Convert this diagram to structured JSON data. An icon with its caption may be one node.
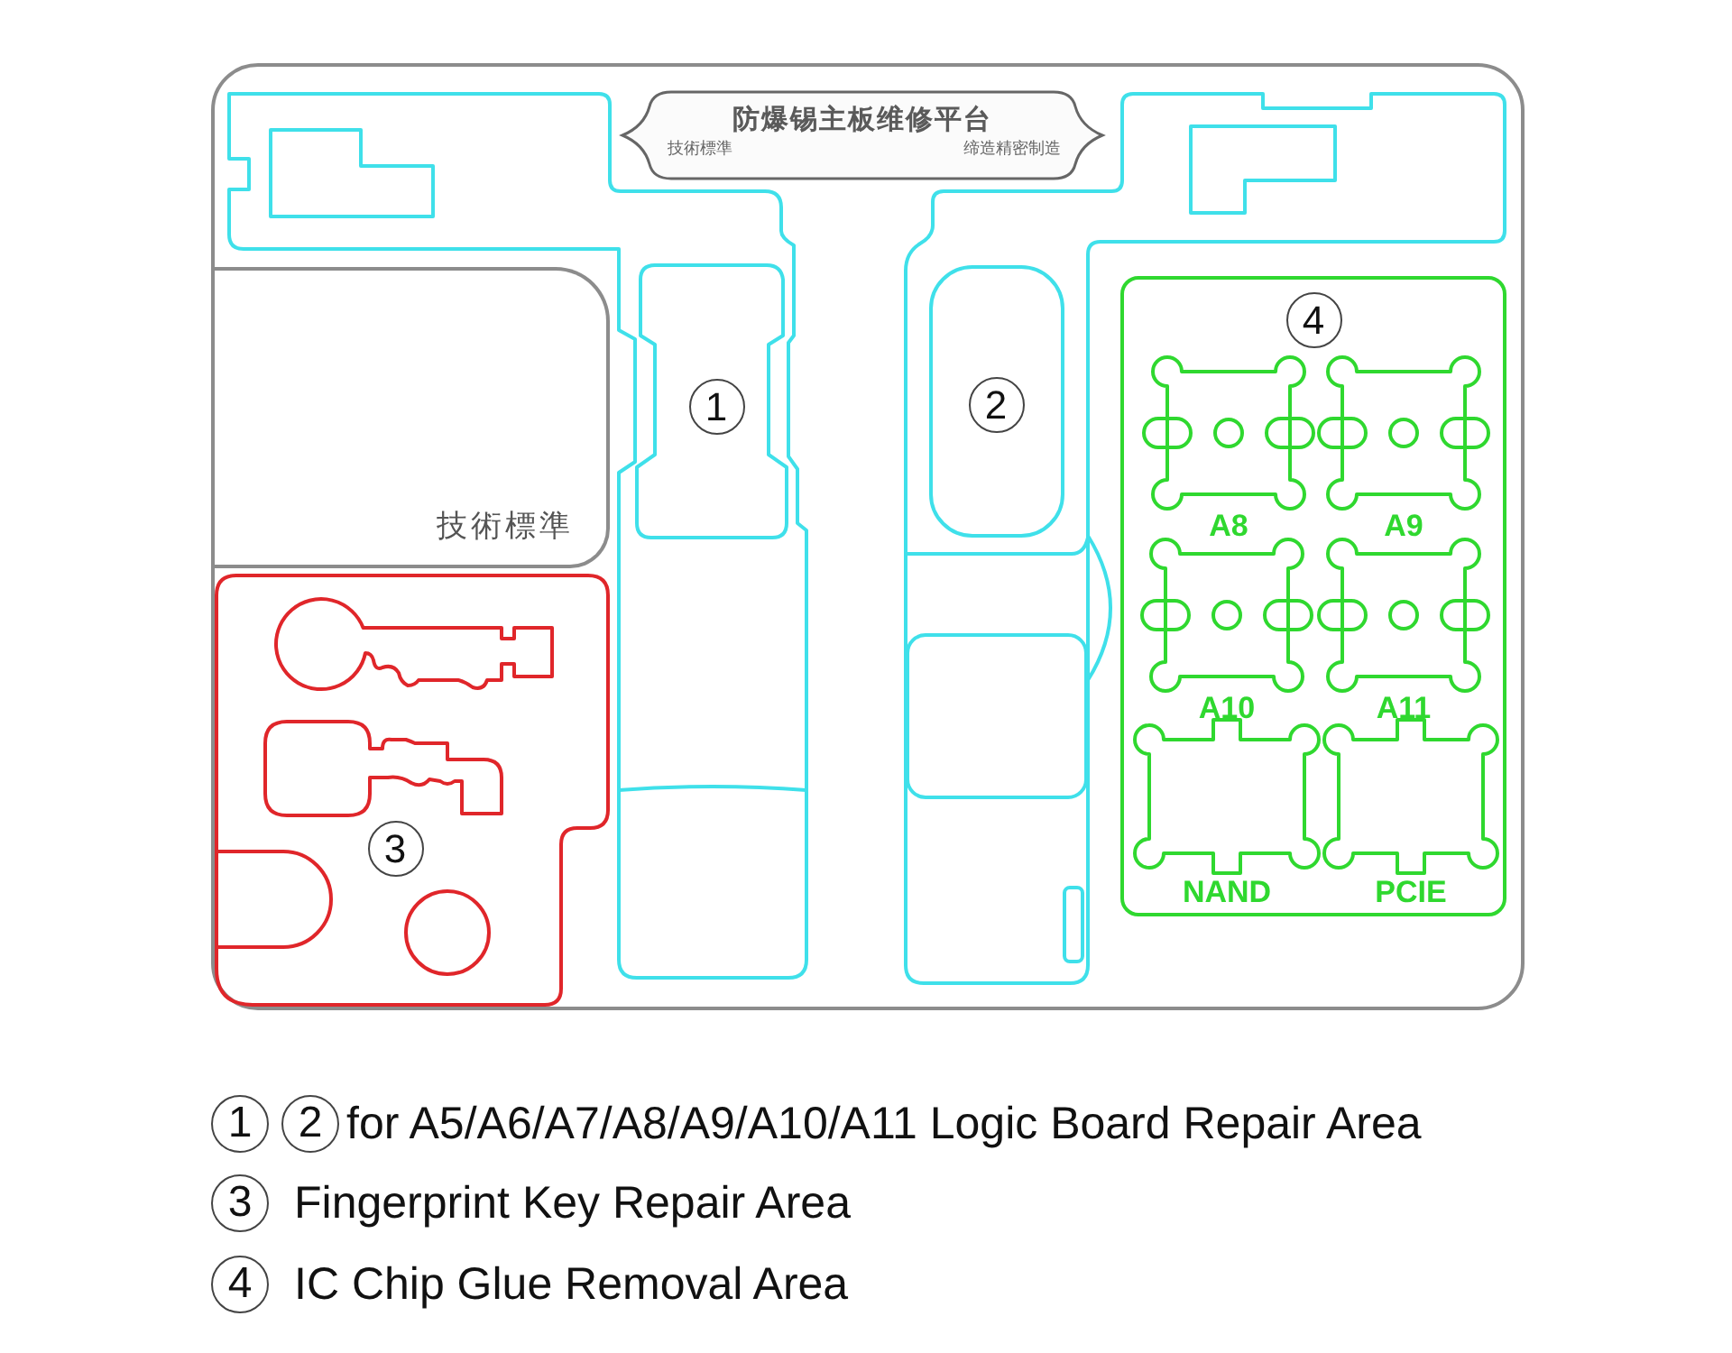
{
  "diagram": {
    "nodes": [
      {
        "text": [],
        "shape": "box"
      },
      {
        "text": [
          "防爆锡主板维修平台",
          "技術標準",
          "缔造精密制造"
        ],
        "in": 0
      },
      {
        "text": [
          "技術標準"
        ],
        "in": 0
      },
      {
        "text": [
          "1"
        ],
        "in": 0
      },
      {
        "text": [
          "2"
        ],
        "in": 0
      },
      {
        "text": [
          "4"
        ],
        "in": 0
      },
      {
        "text": [
          "A8"
        ],
        "in": 5
      },
      {
        "text": [
          "A9"
        ],
        "in": 5
      },
      {
        "text": [
          "A10"
        ],
        "in": 5
      },
      {
        "text": [
          "A11"
        ],
        "in": 5
      },
      {
        "text": [
          "NAND"
        ],
        "in": 5
      },
      {
        "text": [
          "PCIE"
        ],
        "in": 5
      },
      {
        "text": [
          "3"
        ],
        "in": 0
      },
      {
        "text": [],
        "shape": "picture",
        "in": 12
      },
      {
        "text": [],
        "shape": "picture",
        "in": 12
      }
    ],
    "labels": [
      "1",
      "2",
      "for A5/A6/A7/A8/A9/A10/A11 Logic Board Repair Area",
      "3",
      "Fingerprint Key Repair Area",
      "4",
      "IC Chip Glue Removal Area"
    ]
  }
}
